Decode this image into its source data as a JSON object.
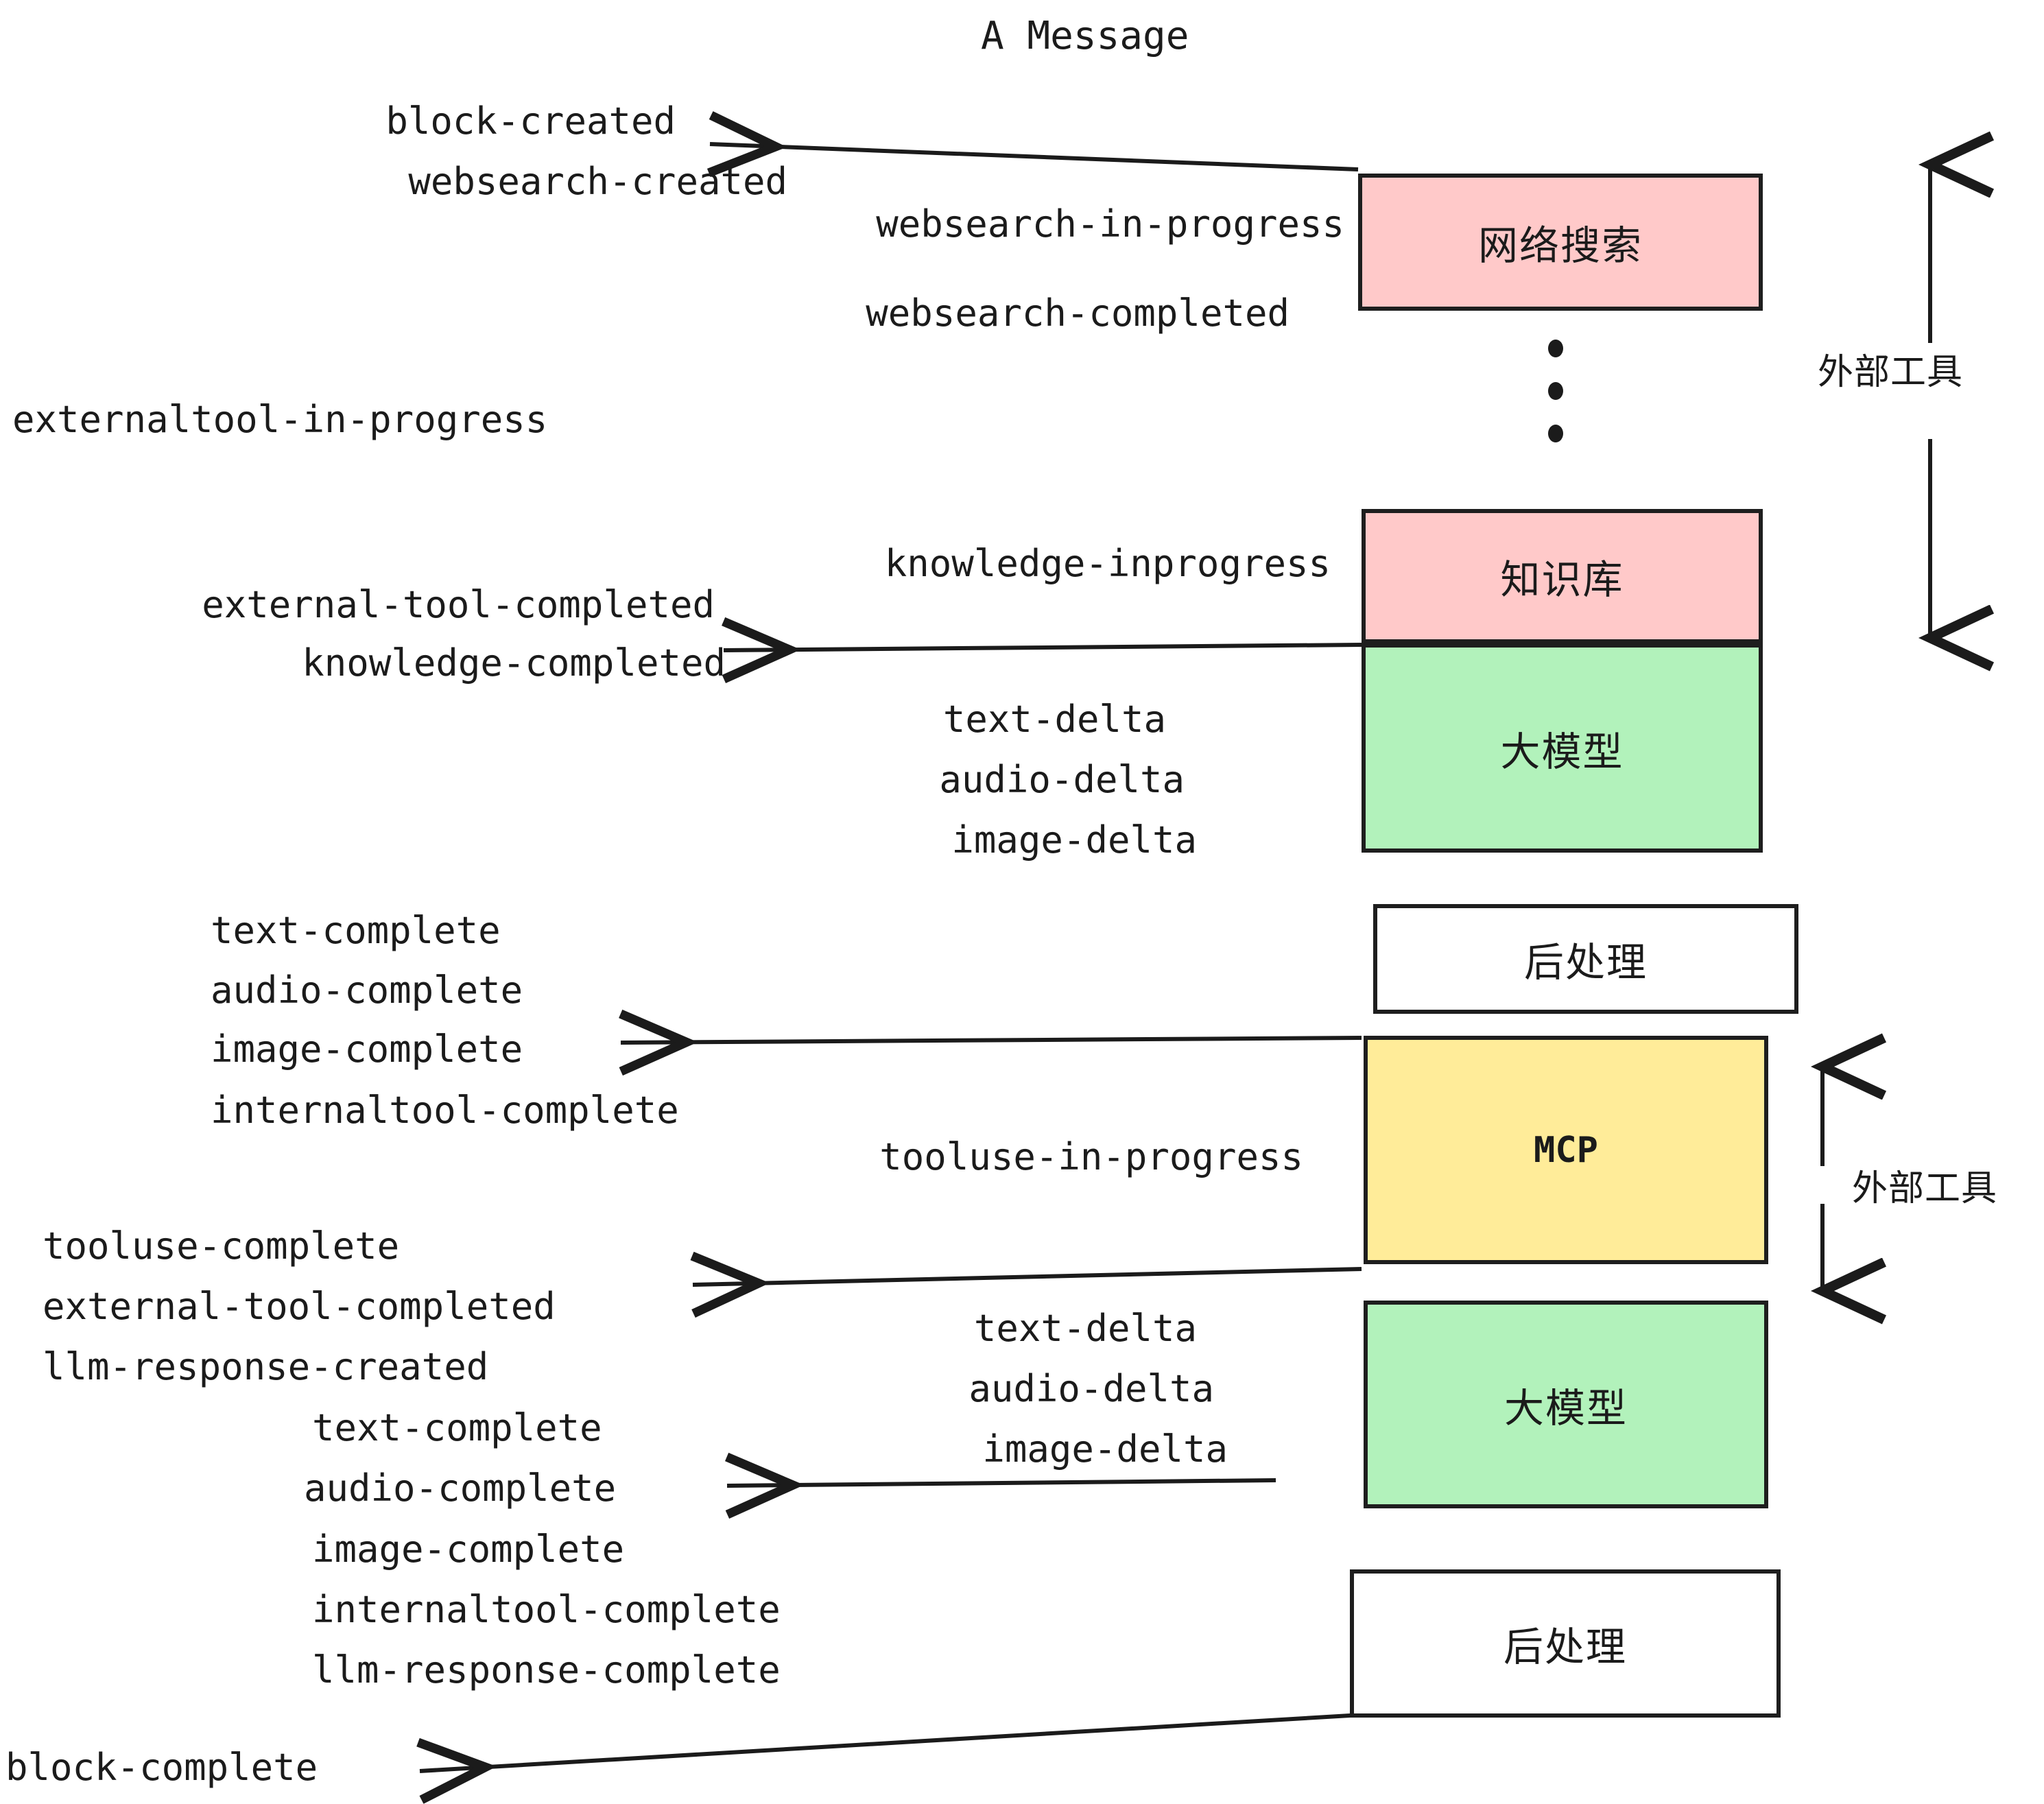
{
  "title": "A Message",
  "colors": {
    "pink": "#FFC9C9",
    "green": "#B2F2BB",
    "yellow": "#FFEC99",
    "white": "#FFFFFF",
    "stroke": "#1E1E1E",
    "text": "#1B1B1B",
    "background": "#FFFFFF"
  },
  "boxes": [
    {
      "id": "websearch",
      "label": "网络搜索",
      "fill": "#FFC9C9"
    },
    {
      "id": "knowledge",
      "label": "知识库",
      "fill": "#FFC9C9"
    },
    {
      "id": "llm-1",
      "label": "大模型",
      "fill": "#B2F2BB"
    },
    {
      "id": "postproc-1",
      "label": "后处理",
      "fill": "#FFFFFF"
    },
    {
      "id": "mcp",
      "label": "MCP",
      "fill": "#FFEC99"
    },
    {
      "id": "llm-2",
      "label": "大模型",
      "fill": "#B2F2BB"
    },
    {
      "id": "postproc-2",
      "label": "后处理",
      "fill": "#FFFFFF"
    }
  ],
  "side_labels": [
    {
      "id": "external-tools-top",
      "text": "外部工具"
    },
    {
      "id": "external-tools-bottom",
      "text": "外部工具"
    }
  ],
  "events": {
    "block_created": "block-created",
    "websearch_created": "websearch-created",
    "websearch_in_progress": "websearch-in-progress",
    "websearch_completed": "websearch-completed",
    "externaltool_in_progress": "externaltool-in-progress",
    "knowledge_inprogress": "knowledge-inprogress",
    "external_tool_completed_1": "external-tool-completed",
    "knowledge_completed": "knowledge-completed",
    "text_delta_1": "text-delta",
    "audio_delta_1": "audio-delta",
    "image_delta_1": "image-delta",
    "text_complete_1": "text-complete",
    "audio_complete_1": "audio-complete",
    "image_complete_1": "image-complete",
    "internaltool_complete_1": "internaltool-complete",
    "tooluse_in_progress": "tooluse-in-progress",
    "tooluse_complete": "tooluse-complete",
    "external_tool_completed_2": "external-tool-completed",
    "llm_response_created": "llm-response-created",
    "text_delta_2": "text-delta",
    "audio_delta_2": "audio-delta",
    "image_delta_2": "image-delta",
    "text_complete_2": "text-complete",
    "audio_complete_2": "audio-complete",
    "image_complete_2": "image-complete",
    "internaltool_complete_2": "internaltool-complete",
    "llm_response_complete": "llm-response-complete",
    "block_complete": "block-complete"
  }
}
